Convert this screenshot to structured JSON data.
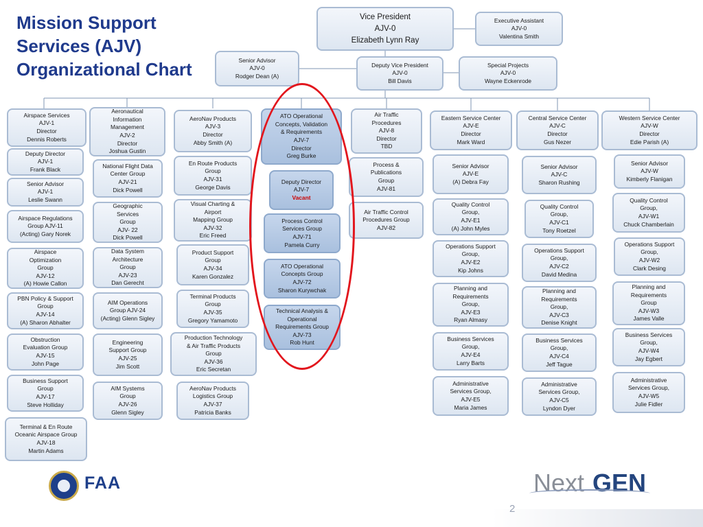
{
  "title": {
    "line1": "Mission Support",
    "line2": "Services (AJV)",
    "line3": "Organizational Chart"
  },
  "boxes": {
    "vp": [
      "Vice President",
      "AJV-0",
      "Elizabeth Lynn Ray"
    ],
    "exec_asst": [
      "Executive Assistant",
      "AJV-0",
      "Valentina Smith"
    ],
    "senior_advisor_top": [
      "Senior Advisor",
      "AJV-0",
      "Rodger Dean (A)"
    ],
    "deputy_vp": [
      "Deputy Vice President",
      "AJV-0",
      "Bill Davis"
    ],
    "special_projects": [
      "Special Projects",
      "AJV-0",
      "Wayne Eckenrode"
    ],
    "airspace_services": [
      "Airspace Services",
      "AJV-1",
      "Director",
      "Dennis Roberts"
    ],
    "aim": [
      "Aeronautical",
      "Information",
      "Management",
      "AJV-2",
      "Director",
      "Joshua Gustin"
    ],
    "aeronav_products": [
      "AeroNav Products",
      "AJV-3",
      "Director",
      "Abby Smith (A)"
    ],
    "ato_ops": [
      "ATO Operational",
      "Concepts, Validation",
      "& Requirements",
      "AJV-7",
      "Director",
      "Greg Burke"
    ],
    "atp": [
      "Air Traffic",
      "Procedures",
      "AJV-8",
      "Director",
      "TBD"
    ],
    "eastern": [
      "Eastern Service Center",
      "AJV-E",
      "Director",
      "Mark Ward"
    ],
    "central": [
      "Central Service Center",
      "AJV-C",
      "Director",
      "Gus Nezer"
    ],
    "western": [
      "Western Service Center",
      "AJV-W",
      "Director",
      "Edie Parish (A)"
    ],
    "deputy_ajv1": [
      "Deputy Director",
      "AJV-1",
      "Frank Black"
    ],
    "sa_ajv1": [
      "Senior Advisor",
      "AJV-1",
      "Leslie Swann"
    ],
    "airspace_regs": [
      "Airspace Regulations",
      "Group  AJV-11",
      "(Acting) Gary Norek"
    ],
    "airspace_opt": [
      "Airspace",
      "Optimization",
      "Group",
      "AJV-12",
      "(A) Howie Callon"
    ],
    "pbn": [
      "PBN Policy & Support",
      "Group",
      "AJV-14",
      "(A) Sharon Abhalter"
    ],
    "obstruction": [
      "Obstruction",
      "Evaluation Group",
      "AJV-15",
      "John Page"
    ],
    "business_support": [
      "Business Support",
      "Group",
      "AJV-17",
      "Steve Holliday"
    ],
    "terminal_enroute": [
      "Terminal & En Route",
      "Oceanic Airspace Group",
      "AJV-18",
      "Martin Adams"
    ],
    "nfdc": [
      "National Flight Data",
      "Center Group",
      "AJV-21",
      "Dick Powell"
    ],
    "geographic": [
      "Geographic",
      "Services",
      "Group",
      "AJV- 22",
      "Dick Powell"
    ],
    "data_systems": [
      "Data System",
      "Architecture",
      "Group",
      "AJV-23",
      "Dan Gerecht"
    ],
    "aim_ops": [
      "AIM Operations",
      "Group AJV-24",
      "(Acting) Glenn Sigley"
    ],
    "engineering": [
      "Engineering",
      "Support Group",
      "AJV-25",
      "Jim Scott"
    ],
    "aim_systems": [
      "AIM Systems",
      "Group",
      "AJV-26",
      "Glenn Sigley"
    ],
    "enroute_products": [
      "En Route Products",
      "Group",
      "AJV-31",
      "George Davis"
    ],
    "visual_charting": [
      "Visual Charting &",
      "Airport",
      "Mapping Group",
      "AJV-32",
      "Eric Freed"
    ],
    "product_support": [
      "Product Support",
      "Group",
      "AJV-34",
      "Karen Gonzalez"
    ],
    "terminal_products": [
      "Terminal Products",
      "Group",
      "AJV-35",
      "Gregory Yamamoto"
    ],
    "production_tech": [
      "Production Technology",
      "& Air Traffic Products",
      "Group",
      "AJV-36",
      "Eric Secretan"
    ],
    "aeronav_logistics": [
      "AeroNav Products",
      "Logistics Group",
      "AJV-37",
      "Patricia Banks"
    ],
    "deputy_ajv7": [
      "Deputy Director",
      "AJV-7"
    ],
    "deputy_ajv7_status": "Vacant",
    "process_control": [
      "Process Control",
      "Services Group",
      "AJV-71",
      "Pamela Curry"
    ],
    "ato_concepts": [
      "ATO Operational",
      "Concepts Group",
      "AJV-72",
      "Sharon Kurywchak"
    ],
    "technical_analysis": [
      "Technical Analysis &",
      "Operational",
      "Requirements Group",
      "AJV-73",
      "Rob Hunt"
    ],
    "process_pubs": [
      "Process &",
      "Publications",
      "Group",
      "AJV-81"
    ],
    "atc_procedures": [
      "Air Traffic Control",
      "Procedures Group",
      "AJV-82"
    ],
    "e_sa": [
      "Senior Advisor",
      "AJV-E",
      "(A) Debra Fay"
    ],
    "e_qc": [
      "Quality Control",
      "Group,",
      "AJV-E1",
      "(A) John Myles"
    ],
    "e_ops": [
      "Operations Support",
      "Group,",
      "AJV-E2",
      "Kip Johns"
    ],
    "e_plan": [
      "Planning and",
      "Requirements",
      "Group,",
      "AJV-E3",
      "Ryan Almasy"
    ],
    "e_bus": [
      "Business Services",
      "Group,",
      "AJV-E4",
      "Larry Barts"
    ],
    "e_admin": [
      "Administrative",
      "Services Group,",
      "AJV-E5",
      "Maria James"
    ],
    "c_sa": [
      "Senior Advisor",
      "AJV-C",
      "Sharon Rushing"
    ],
    "c_qc": [
      "Quality Control",
      "Group,",
      "AJV-C1",
      "Tony Roetzel"
    ],
    "c_ops": [
      "Operations Support",
      "Group,",
      "AJV-C2",
      "David Medina"
    ],
    "c_plan": [
      "Planning and",
      "Requirements",
      "Group,",
      "AJV-C3",
      "Denise Knight"
    ],
    "c_bus": [
      "Business Services",
      "Group,",
      "AJV-C4",
      "Jeff Tague"
    ],
    "c_admin": [
      "Administrative",
      "Services Group,",
      "AJV-C5",
      "Lyndon Dyer"
    ],
    "w_sa": [
      "Senior Advisor",
      "AJV-W",
      "Kimberly Flanigan"
    ],
    "w_qc": [
      "Quality Control",
      "Group,",
      "AJV-W1",
      "Chuck Chamberlain"
    ],
    "w_ops": [
      "Operations Support",
      "Group,",
      "AJV-W2",
      "Clark Desing"
    ],
    "w_plan": [
      "Planning and",
      "Requirements",
      "Group",
      "AJV-W3",
      "James Valle"
    ],
    "w_bus": [
      "Business Services",
      "Group,",
      "AJV-W4",
      "Jay Egbert"
    ],
    "w_admin": [
      "Administrative",
      "Services Group,",
      "AJV-W5",
      "Julie Fidler"
    ]
  },
  "logos": {
    "faa": "FAA",
    "nextgen_next": "Next",
    "nextgen_gen": "GEN"
  },
  "page_number": "2",
  "colors": {
    "title": "#1f3a8c",
    "box_border": "#a9bbd3",
    "highlight_oval": "#e2161d",
    "vacant": "#cc0000"
  }
}
